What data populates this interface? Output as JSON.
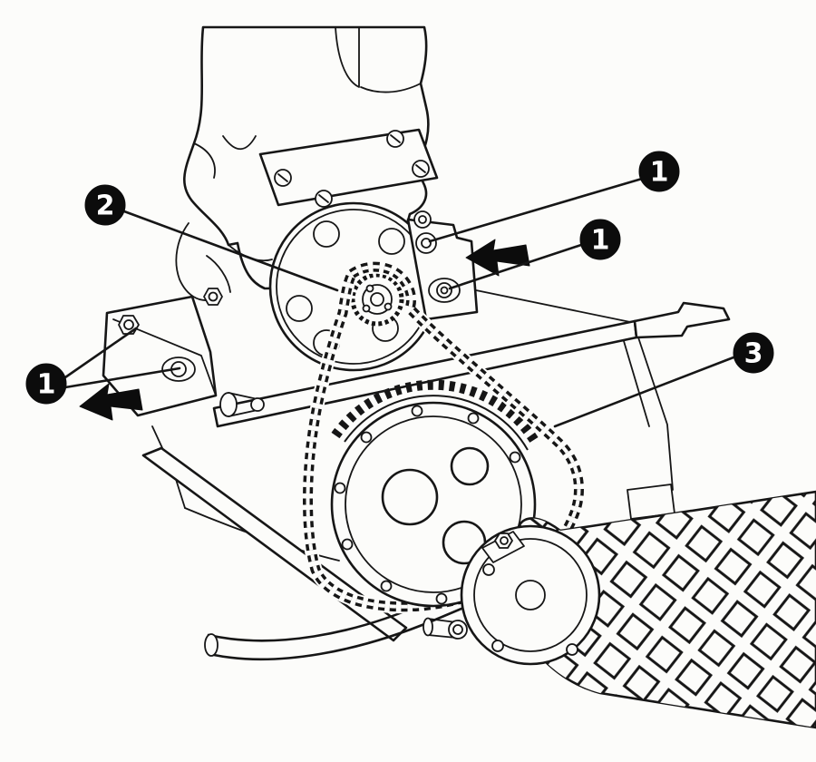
{
  "figure": {
    "type": "technical-line-diagram",
    "subject": "tiller-drive-chain-assembly",
    "background": "#fcfcfa",
    "line_color": "#161616",
    "balloon_color": "#0c0c0c",
    "balloon_text_color": "#ffffff",
    "callouts": [
      {
        "id": "top-right",
        "label": "1",
        "target": "mounting-bolt-upper"
      },
      {
        "id": "mid-right",
        "label": "1",
        "target": "mounting-bolt-lower"
      },
      {
        "id": "upper-left",
        "label": "2",
        "target": "drive-sprocket"
      },
      {
        "id": "left",
        "label": "1",
        "target": "bracket-bolts"
      },
      {
        "id": "right",
        "label": "3",
        "target": "drive-chain"
      }
    ]
  }
}
